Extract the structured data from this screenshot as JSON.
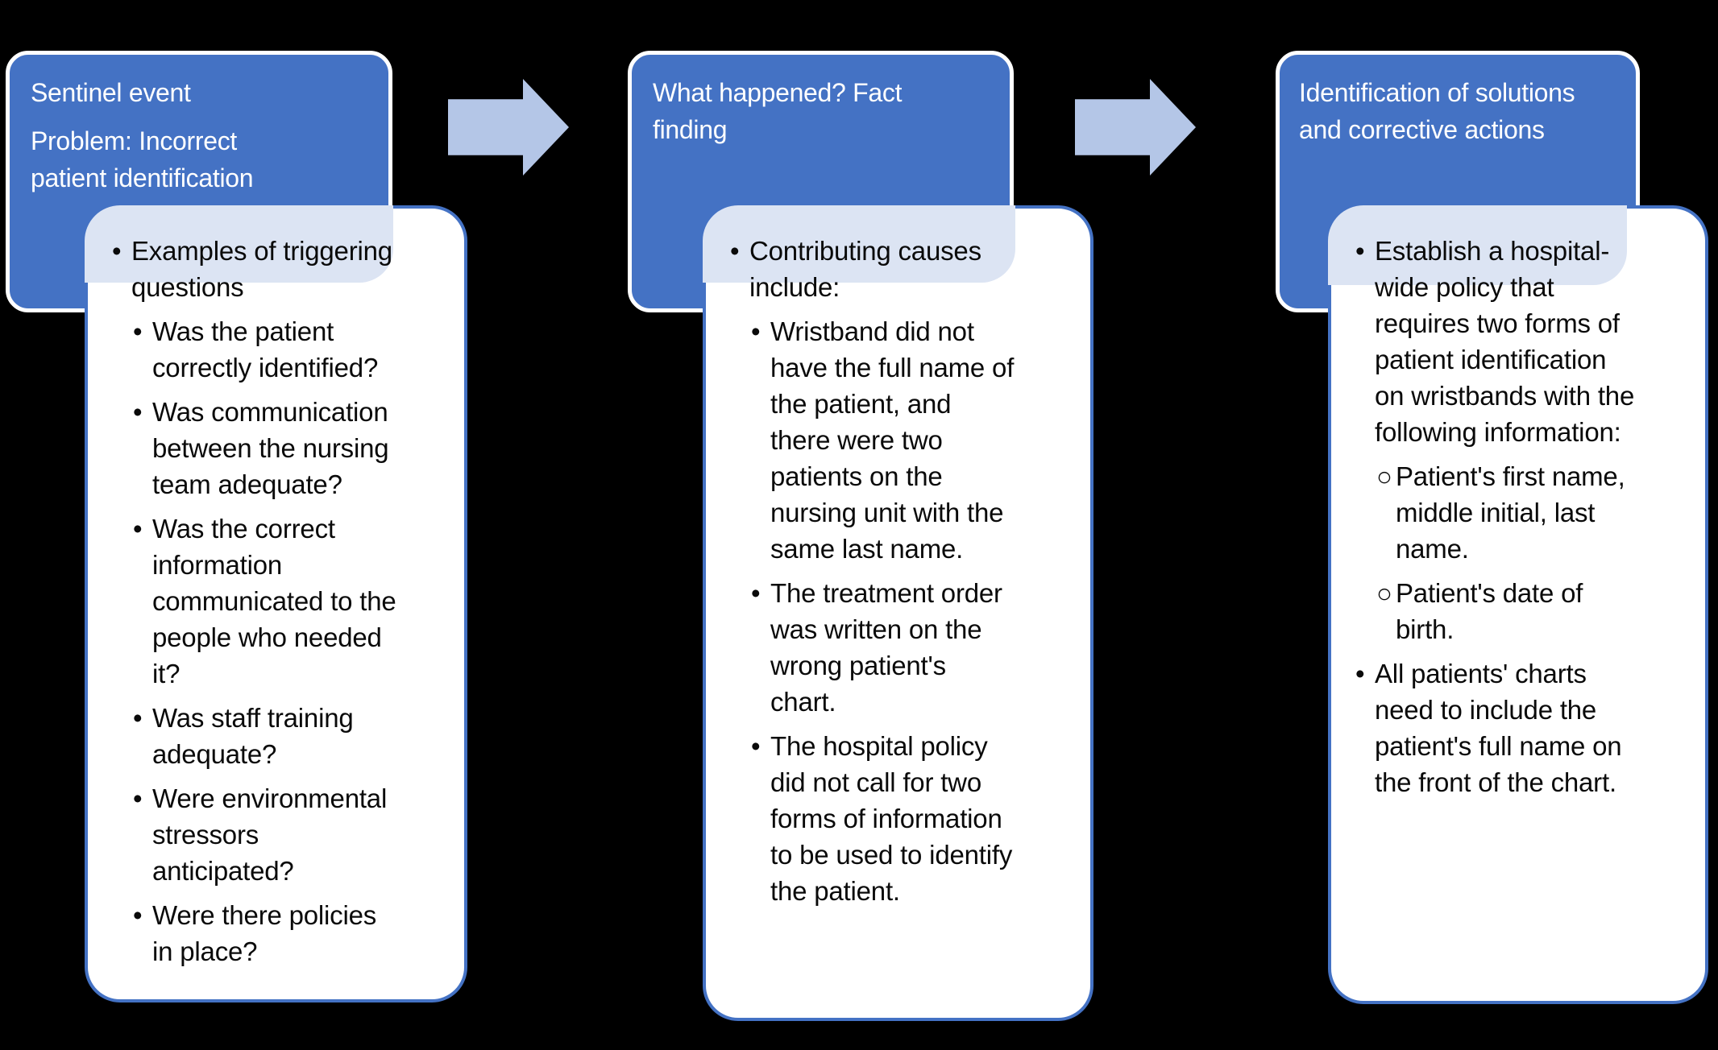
{
  "colors": {
    "background": "#000000",
    "header_fill": "#4472C4",
    "header_border": "#FFFFFF",
    "header_text": "#FFFFFF",
    "panel_fill": "#FFFFFF",
    "panel_border": "#4472C4",
    "tab_fill": "#DCE4F3",
    "arrow_fill": "#B4C6E7",
    "body_text": "#0A0A0A"
  },
  "markers": {
    "disc": "•",
    "circle": "○"
  },
  "columns": [
    {
      "id": "sentinel-event",
      "header_paragraphs": [
        "Sentinel event",
        "Problem: Incorrect\npatient identification"
      ],
      "items": [
        {
          "level": 1,
          "marker": "disc",
          "text": "Examples of triggering\nquestions"
        },
        {
          "level": 2,
          "marker": "disc",
          "text": "Was the patient\ncorrectly identified?"
        },
        {
          "level": 2,
          "marker": "disc",
          "text": "Was communication\nbetween the nursing\nteam adequate?"
        },
        {
          "level": 2,
          "marker": "disc",
          "text": "Was the correct\ninformation\ncommunicated to the\npeople who needed\nit?"
        },
        {
          "level": 2,
          "marker": "disc",
          "text": "Was staff training\nadequate?"
        },
        {
          "level": 2,
          "marker": "disc",
          "text": "Were environmental\nstressors\nanticipated?"
        },
        {
          "level": 2,
          "marker": "disc",
          "text": "Were there policies\nin place?"
        }
      ]
    },
    {
      "id": "fact-finding",
      "header_paragraphs": [
        "What happened? Fact\nfinding"
      ],
      "items": [
        {
          "level": 1,
          "marker": "disc",
          "text": "Contributing causes\ninclude:"
        },
        {
          "level": 2,
          "marker": "disc",
          "text": "Wristband did not\nhave the full name of\nthe patient, and\nthere were two\npatients on the\nnursing unit with the\nsame last name."
        },
        {
          "level": 2,
          "marker": "disc",
          "text": "The treatment order\nwas written on the\nwrong patient's\nchart."
        },
        {
          "level": 2,
          "marker": "disc",
          "text": "The hospital policy\ndid not call for two\nforms of information\nto be used to identify\nthe patient."
        }
      ]
    },
    {
      "id": "solutions-corrective-actions",
      "header_paragraphs": [
        "Identification of solutions\nand corrective actions"
      ],
      "items": [
        {
          "level": 1,
          "marker": "disc",
          "text": "Establish a hospital-\nwide policy that\nrequires two forms of\npatient identification\non wristbands with the\nfollowing information:"
        },
        {
          "level": 2,
          "marker": "circle",
          "text": "Patient's first name,\nmiddle initial, last\nname."
        },
        {
          "level": 2,
          "marker": "circle",
          "text": "Patient's date of\nbirth."
        },
        {
          "level": 1,
          "marker": "disc",
          "text": "All patients' charts\nneed to include the\npatient's full name on\nthe front of the chart."
        }
      ]
    }
  ],
  "arrows": [
    {
      "id": "arrow-1"
    },
    {
      "id": "arrow-2"
    }
  ]
}
